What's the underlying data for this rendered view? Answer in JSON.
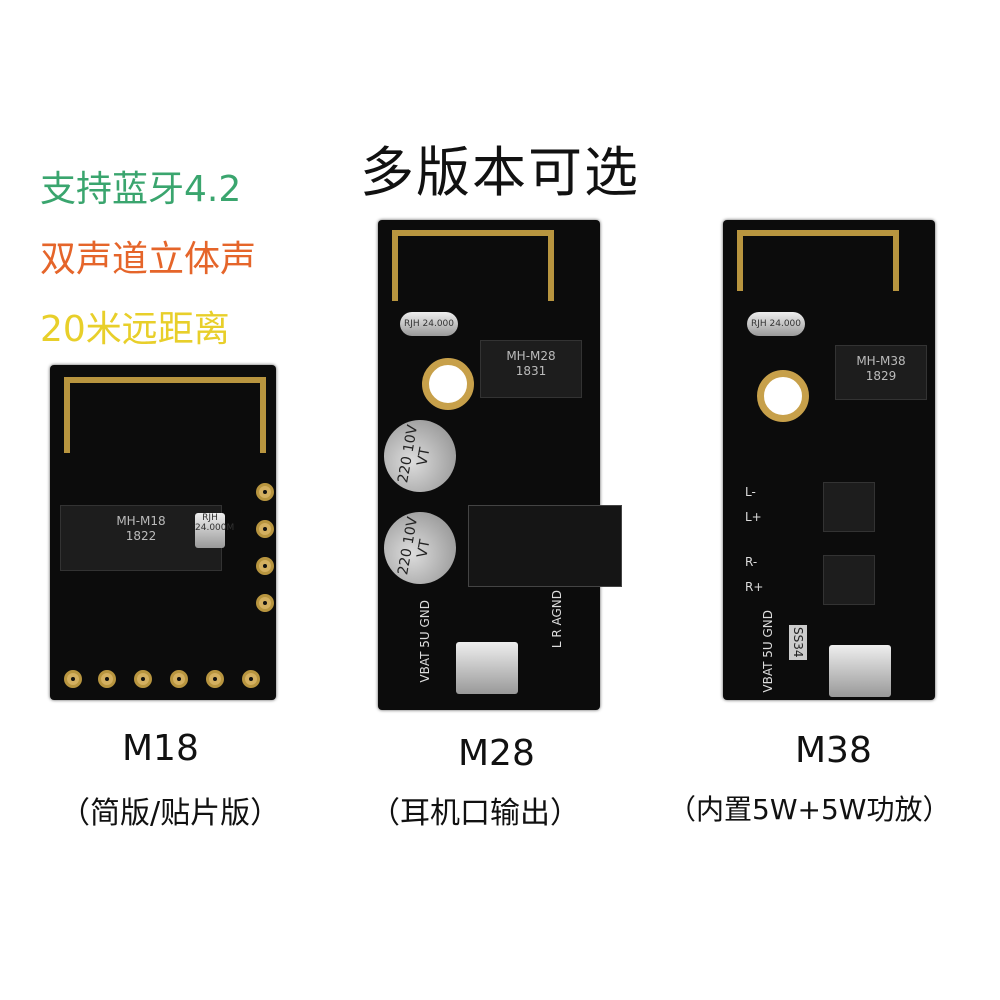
{
  "title": "多版本可选",
  "features": [
    {
      "text": "支持蓝牙4.2",
      "color": "#3aa56e"
    },
    {
      "text": "双声道立体声",
      "color": "#e5652a"
    },
    {
      "text": "20米远距离",
      "color": "#e8cf2a"
    }
  ],
  "products": [
    {
      "name": "M18",
      "desc": "（简版/贴片版）",
      "chip": "MH-M18",
      "code": "1822",
      "crystal": "RJH 24.000M"
    },
    {
      "name": "M28",
      "desc": "（耳机口输出）",
      "chip": "MH-M28",
      "code": "1831",
      "crystal": "RJH 24.000",
      "cap": "220 10V VT",
      "pins_left": "VBAT 5U GND",
      "pins_right": "L R AGND"
    },
    {
      "name": "M38",
      "desc": "（内置5W+5W功放）",
      "chip": "MH-M38",
      "code": "1829",
      "crystal": "RJH 24.000",
      "labels": [
        "L-",
        "L+",
        "R-",
        "R+"
      ],
      "diode": "SS34",
      "pins_left": "VBAT 5U GND"
    }
  ]
}
